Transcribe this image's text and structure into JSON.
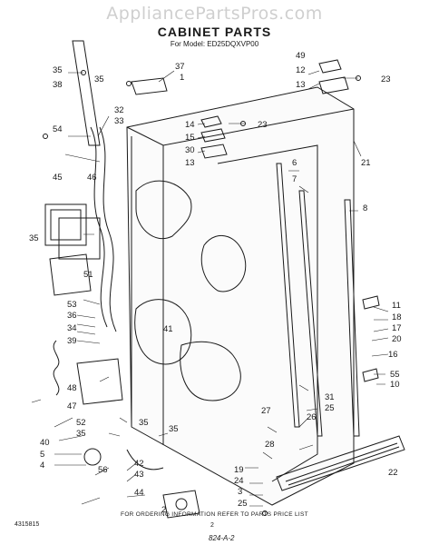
{
  "watermark": "AppliancePartsPros.com",
  "title": "CABINET PARTS",
  "subtitle": "For Model: ED25DQXVP00",
  "footer": {
    "left": "4315815",
    "center": "FOR ORDERING INFORMATION REFER TO PARTS PRICE LIST",
    "page": "2",
    "right": "824-A-2"
  },
  "callouts": [
    "35",
    "38",
    "54",
    "45",
    "46",
    "35",
    "51",
    "53",
    "36",
    "34",
    "39",
    "48",
    "47",
    "40",
    "5",
    "4",
    "56",
    "52",
    "35",
    "42",
    "43",
    "44",
    "37",
    "1",
    "32",
    "33",
    "35",
    "35",
    "49",
    "12",
    "13",
    "23",
    "14",
    "15",
    "30",
    "13",
    "23",
    "21",
    "6",
    "7",
    "8",
    "11",
    "18",
    "17",
    "20",
    "41",
    "16",
    "55",
    "10",
    "31",
    "25",
    "27",
    "26",
    "28",
    "19",
    "24",
    "3",
    "25",
    "22",
    "2",
    "35"
  ]
}
